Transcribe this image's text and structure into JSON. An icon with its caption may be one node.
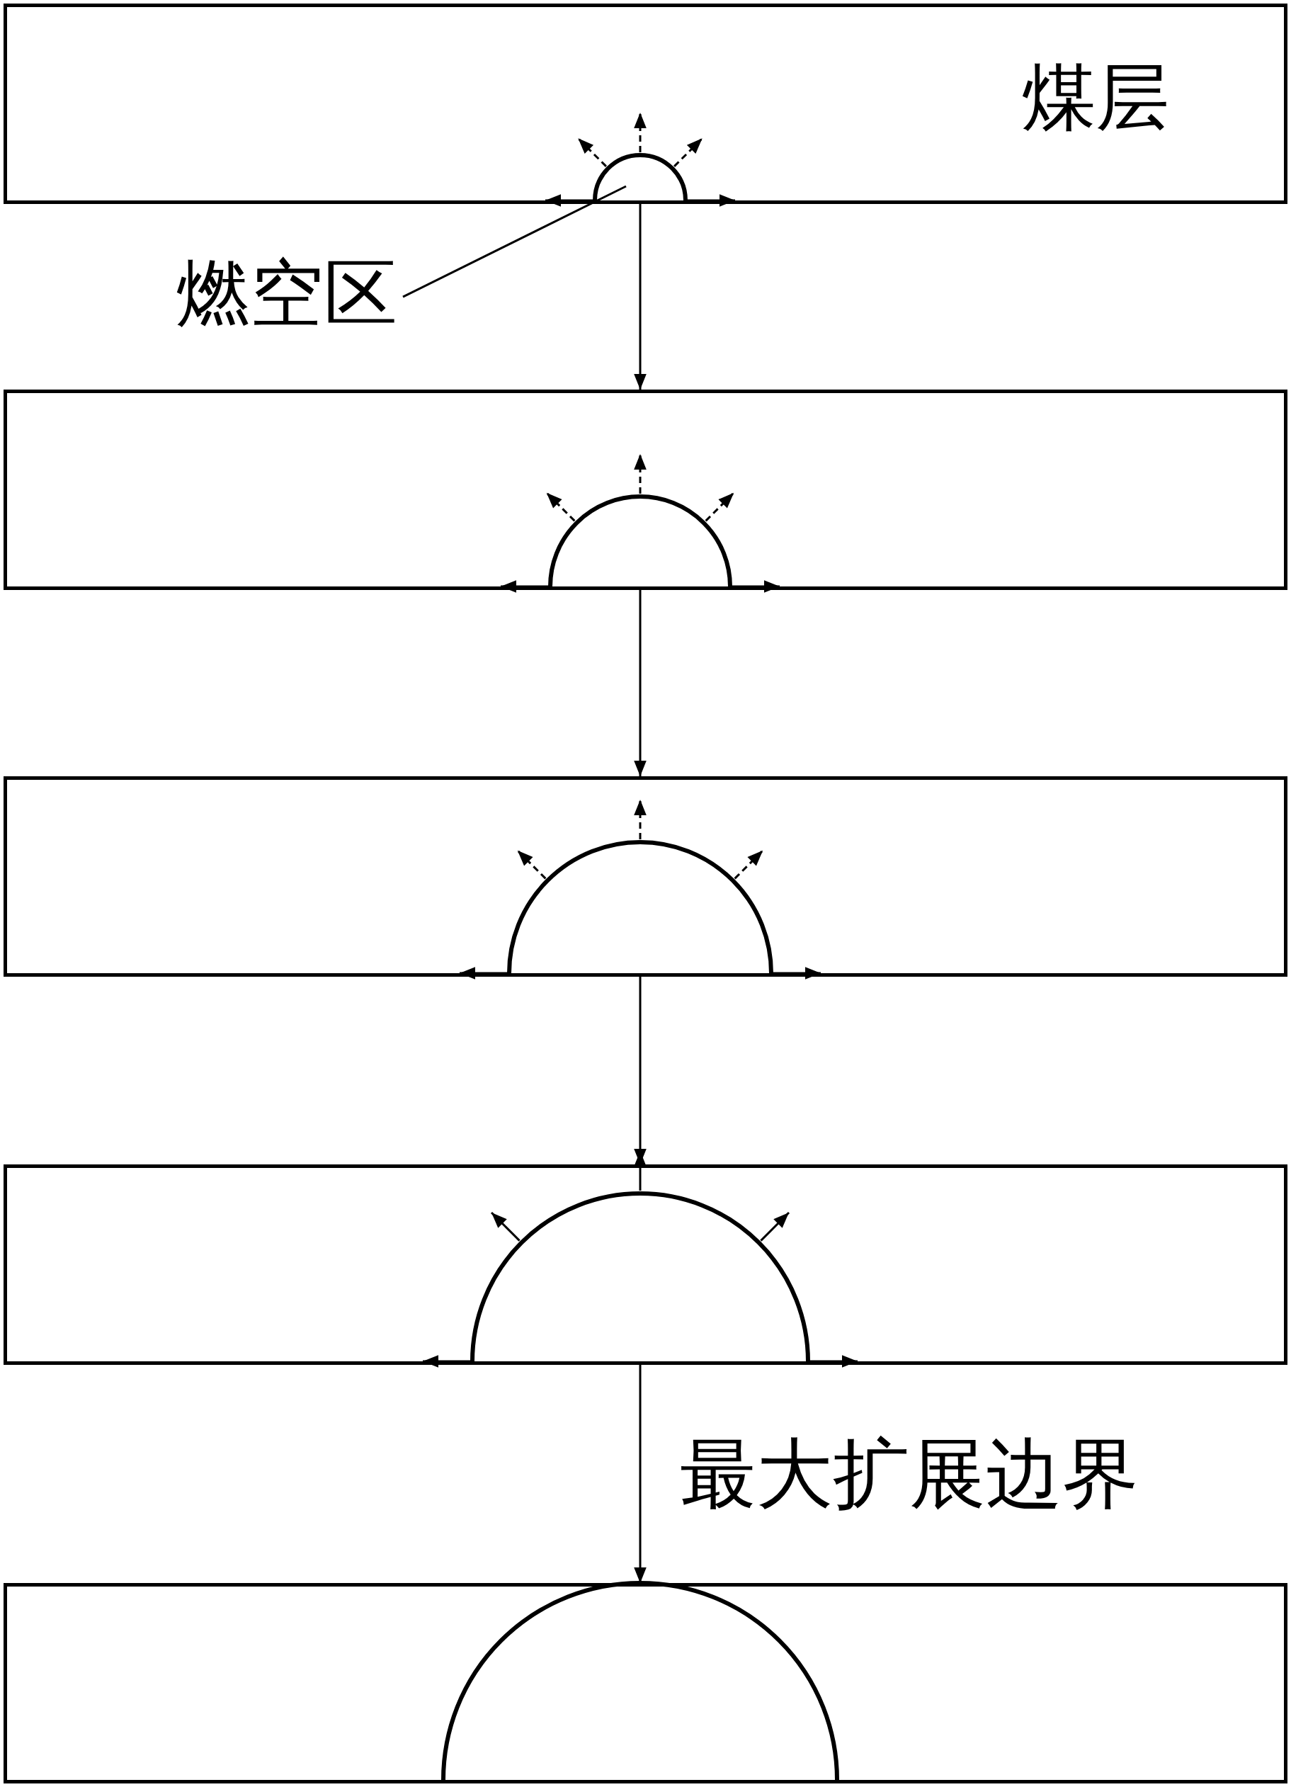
{
  "diagram": {
    "nodes": [
      {
        "text": [
          "煤层"
        ]
      },
      {
        "text": [],
        "shape": "semicircle",
        "in": 0
      },
      {
        "text": [
          "燃空区"
        ]
      },
      {
        "text": [],
        "shape": "box"
      },
      {
        "text": [],
        "shape": "box"
      },
      {
        "text": [],
        "shape": "box"
      },
      {
        "text": [],
        "shape": "box"
      }
    ],
    "edges": [
      {
        "from": 0,
        "to": 3,
        "arrow": "to"
      },
      {
        "from": 3,
        "to": 4,
        "arrow": "to"
      },
      {
        "from": 4,
        "to": 5,
        "arrow": "to"
      },
      {
        "from": 5,
        "to": 6,
        "arrow": "to",
        "label": "最大扩展边界"
      },
      {
        "from": 2,
        "to": 1,
        "arrow": "none"
      }
    ]
  }
}
